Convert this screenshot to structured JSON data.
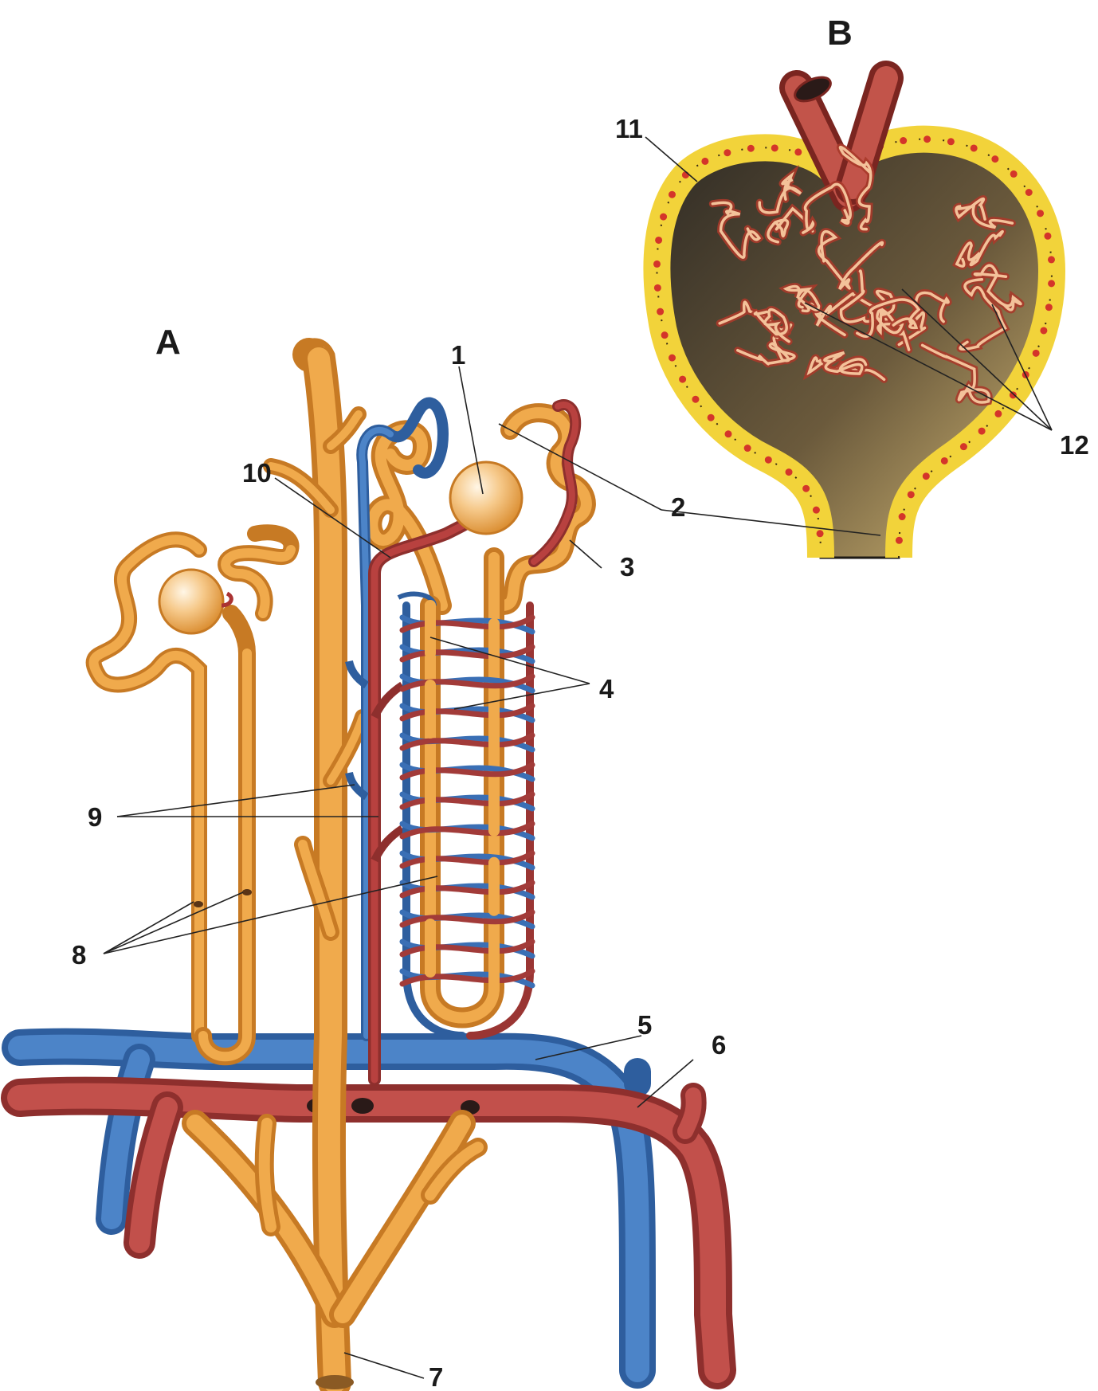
{
  "panels": {
    "a": "A",
    "b": "B"
  },
  "labels": {
    "l1": "1",
    "l2": "2",
    "l3": "3",
    "l4": "4",
    "l5": "5",
    "l6": "6",
    "l7": "7",
    "l8": "8",
    "l9": "9",
    "l10": "10",
    "l11": "11",
    "l12": "12"
  },
  "colors": {
    "tubule": "#E9A245",
    "artery": "#B8413F",
    "vein": "#3A6FB5",
    "capsule_cells": "#F2D33A",
    "nucleus": "#D4352A",
    "background": "#FFFFFF"
  }
}
